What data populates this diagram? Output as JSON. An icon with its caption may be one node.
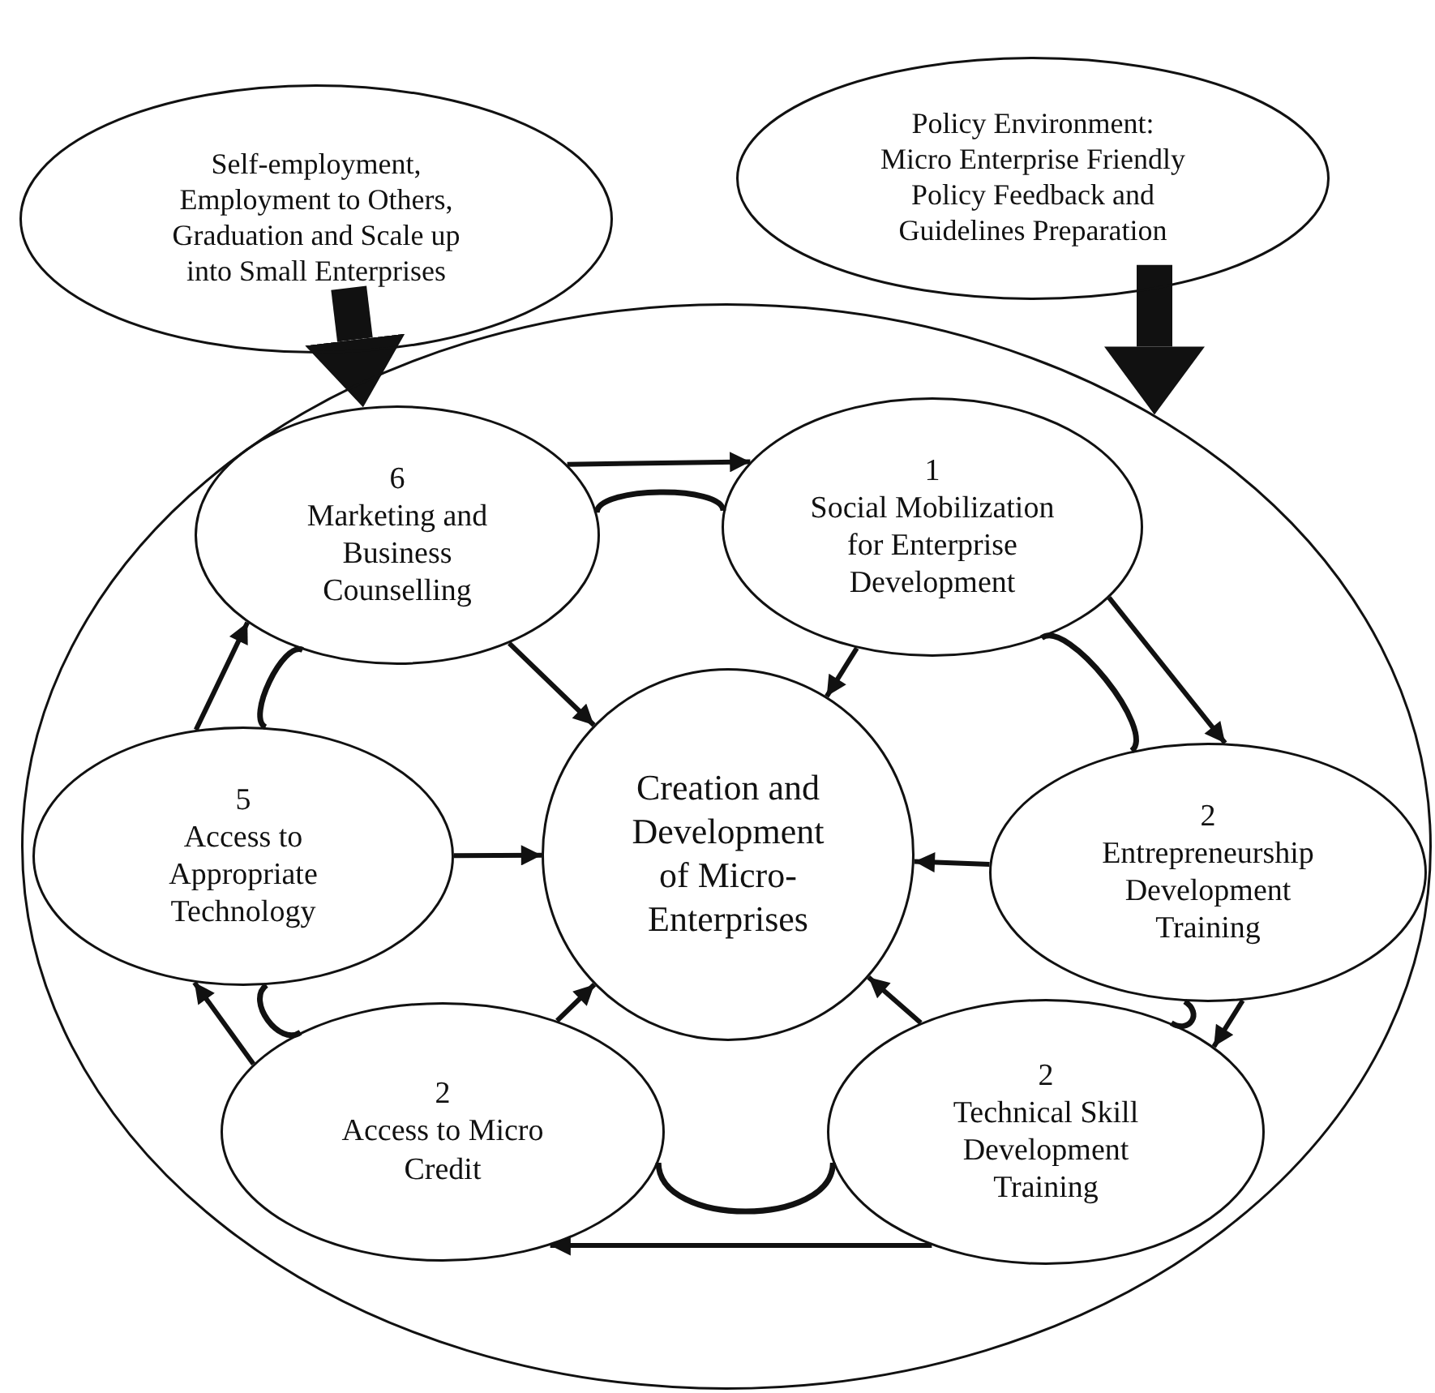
{
  "diagram": {
    "nodes": [
      {
        "text": [
          "Self-employment, Employment to Others, Graduation and Scale up into Small Enterprises"
        ]
      },
      {
        "text": [
          "Policy Environment:",
          "Micro Enterprise Friendly Policy Feedback and Guidelines Preparation"
        ]
      },
      {
        "text": [],
        "shape": "ellipse"
      },
      {
        "text": [
          "6",
          "Marketing and Business Counselling"
        ],
        "in": 2
      },
      {
        "text": [
          "1",
          "Social Mobilization for Enterprise Development"
        ],
        "in": 2
      },
      {
        "text": [
          "5",
          "Access to Appropriate Technology"
        ],
        "in": 2
      },
      {
        "text": [
          "Creation and Development of Micro-Enterprises"
        ],
        "in": 2
      },
      {
        "text": [
          "2",
          "Entrepreneurship Development Training"
        ],
        "in": 2
      },
      {
        "text": [
          "2",
          "Access to Micro Credit"
        ],
        "in": 2
      },
      {
        "text": [
          "2",
          "Technical Skill Development Training"
        ],
        "in": 2
      }
    ],
    "edges": [
      {
        "from": 0,
        "to": 3,
        "arrow": "to",
        "style": "thick"
      },
      {
        "from": 1,
        "to": 2,
        "arrow": "to",
        "style": "thick"
      },
      {
        "from": 3,
        "to": 4,
        "arrow": "to"
      },
      {
        "from": 3,
        "to": 4,
        "arrow": "none"
      },
      {
        "from": 4,
        "to": 7,
        "arrow": "to"
      },
      {
        "from": 4,
        "to": 7,
        "arrow": "none"
      },
      {
        "from": 7,
        "to": 9,
        "arrow": "to"
      },
      {
        "from": 7,
        "to": 9,
        "arrow": "none"
      },
      {
        "from": 9,
        "to": 8,
        "arrow": "to"
      },
      {
        "from": 8,
        "to": 9,
        "arrow": "none"
      },
      {
        "from": 8,
        "to": 5,
        "arrow": "to"
      },
      {
        "from": 5,
        "to": 8,
        "arrow": "none"
      },
      {
        "from": 5,
        "to": 3,
        "arrow": "to"
      },
      {
        "from": 3,
        "to": 5,
        "arrow": "none"
      },
      {
        "from": 3,
        "to": 6,
        "arrow": "to"
      },
      {
        "from": 4,
        "to": 6,
        "arrow": "to"
      },
      {
        "from": 5,
        "to": 6,
        "arrow": "to"
      },
      {
        "from": 7,
        "to": 6,
        "arrow": "to"
      },
      {
        "from": 8,
        "to": 6,
        "arrow": "to"
      },
      {
        "from": 9,
        "to": 6,
        "arrow": "to"
      }
    ]
  }
}
